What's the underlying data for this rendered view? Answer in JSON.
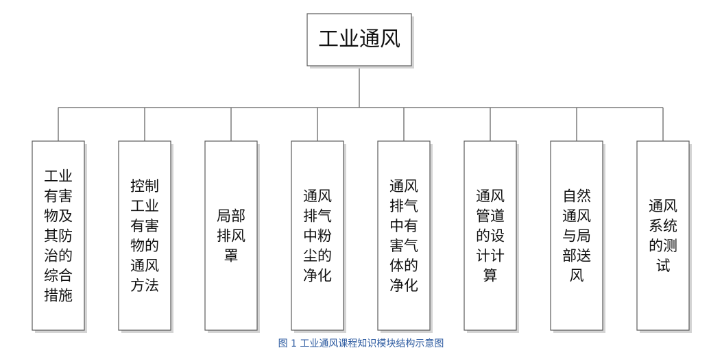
{
  "root": {
    "label": "工业通风"
  },
  "modules": [
    {
      "label": "工业有害物及其防治的综合措施",
      "lines": [
        "工业",
        "有害",
        "物及",
        "其防",
        "治的",
        "综合",
        "措施"
      ]
    },
    {
      "label": "控制工业有害物的通风方法",
      "lines": [
        "控制",
        "工业",
        "有害",
        "物的",
        "通风",
        "方法"
      ]
    },
    {
      "label": "局部排风罩",
      "lines": [
        "局部",
        "排风",
        "罩"
      ]
    },
    {
      "label": "通风排气中粉尘的净化",
      "lines": [
        "通风",
        "排气",
        "中粉",
        "尘的",
        "净化"
      ]
    },
    {
      "label": "通风排气中有害气体的净化",
      "lines": [
        "通风",
        "排气",
        "中有",
        "害气",
        "体的",
        "净化"
      ]
    },
    {
      "label": "通风管道的设计计算",
      "lines": [
        "通风",
        "管道",
        "的设",
        "计计",
        "算"
      ]
    },
    {
      "label": "自然通风与局部送风",
      "lines": [
        "自然",
        "通风",
        "与局",
        "部送",
        "风"
      ]
    },
    {
      "label": "通风系统的测试",
      "lines": [
        "通风",
        "系统",
        "的测",
        "试"
      ]
    }
  ],
  "caption": "图 1 工业通风课程知识模块结构示意图",
  "colors": {
    "connector": "#7a7a7a",
    "box_border": "#5a5a5a",
    "shadow": "#d4d4d4",
    "caption": "#2c5aa0"
  }
}
